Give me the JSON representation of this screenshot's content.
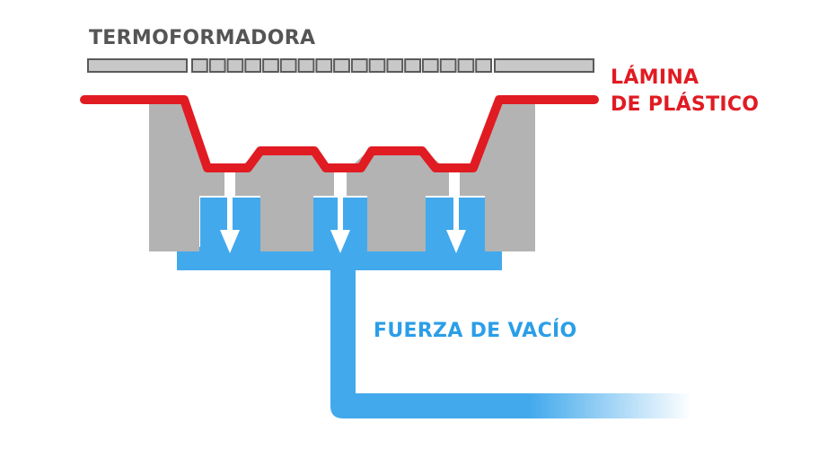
{
  "labels": {
    "machine": "TERMOFORMADORA",
    "sheet_line1": "LÁMINA",
    "sheet_line2": "DE PLÁSTICO",
    "vacuum": "FUERZA DE VACÍO"
  },
  "colors": {
    "machine_text": "#555555",
    "sheet_red": "#e11b22",
    "vacuum_blue": "#2b9ee8",
    "mold_gray": "#b3b3b3",
    "outline_gray": "#5a5a5a",
    "channel_blue": "#42a9ec",
    "heater_fill": "#c8c8c8"
  },
  "icons": {
    "suction_arrow": "arrow-down-icon"
  }
}
